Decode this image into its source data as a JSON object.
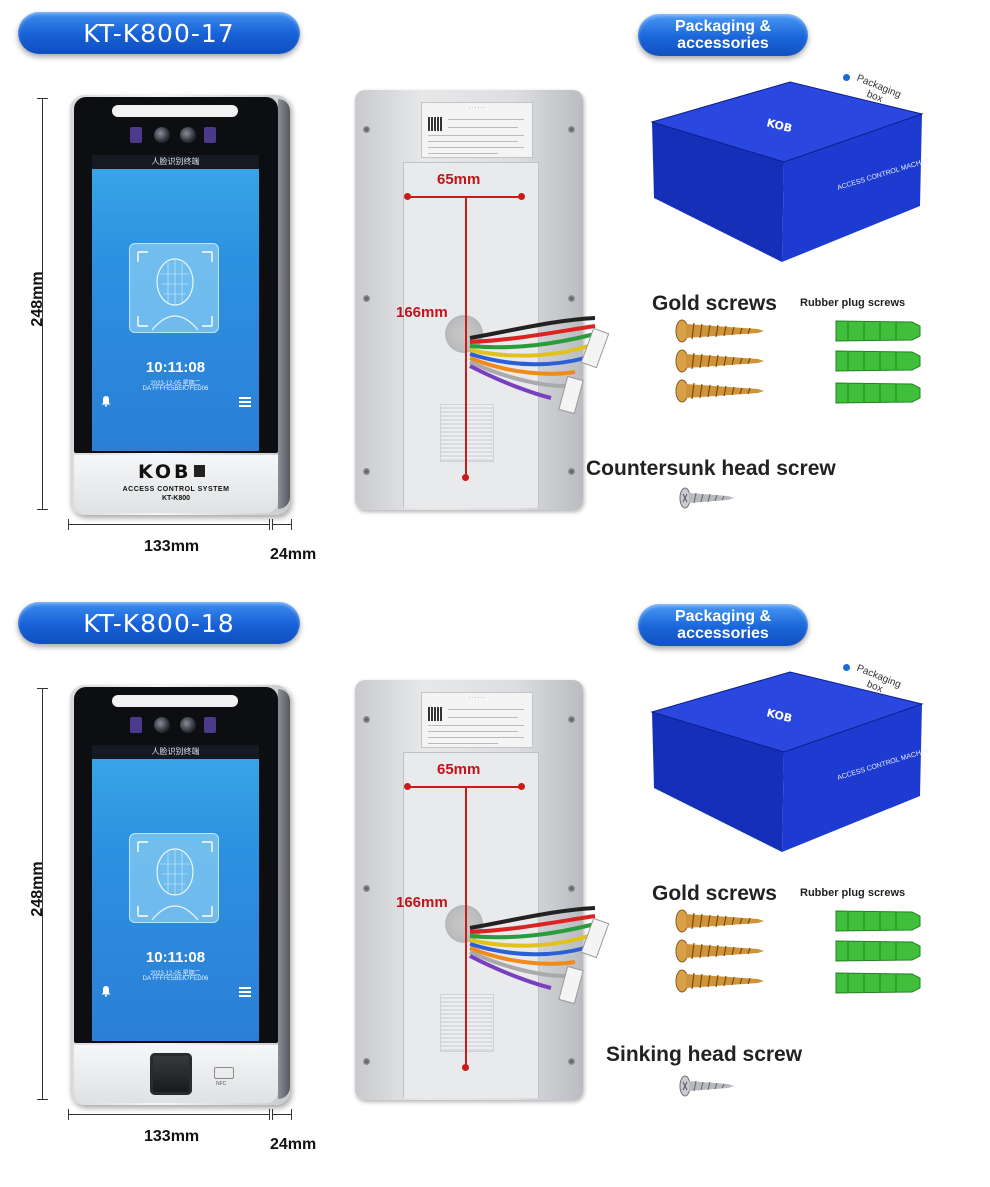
{
  "sections": [
    {
      "model": "KT-K800-17",
      "packaging_title": "Packaging & accessories",
      "packaging_box_label": "Packaging box",
      "dims": {
        "height": "248mm",
        "width": "133mm",
        "depth": "24mm"
      },
      "back": {
        "hole_spacing": "65mm",
        "vertical_spacing": "166mm"
      },
      "screen": {
        "header": "人脸识别终端",
        "time": "10:11:08",
        "date": "2023-12-05 星期二",
        "serial": "DA FFFFE5BEK7FED06"
      },
      "front_bottom": {
        "logo": "KOB",
        "subtitle": "ACCESS CONTROL SYSTEM",
        "model": "KT-K800"
      },
      "gold_screws": "Gold screws",
      "rubber_plug_screws": "Rubber plug screws",
      "extra_screw": "Countersunk head screw",
      "box_text": "ACCESS CONTROL MACHINE"
    },
    {
      "model": "KT-K800-18",
      "packaging_title": "Packaging & accessories",
      "packaging_box_label": "Packaging box",
      "dims": {
        "height": "248mm",
        "width": "133mm",
        "depth": "24mm"
      },
      "back": {
        "hole_spacing": "65mm",
        "vertical_spacing": "166mm"
      },
      "screen": {
        "header": "人脸识别终端",
        "time": "10:11:08",
        "date": "2023-12-05 星期二",
        "serial": "DA FFFFE5BEK7FED06"
      },
      "front_bottom": {
        "nfc": "NFC"
      },
      "gold_screws": "Gold screws",
      "rubber_plug_screws": "Rubber plug screws",
      "extra_screw": "Sinking head screw",
      "box_text": "ACCESS CONTROL MACHINE"
    }
  ],
  "colors": {
    "accent_blue": "#1760d6",
    "measure_red": "#cc1a1a",
    "box_blue": "#1a3fd0",
    "plug_green": "#3fbf3a",
    "gold": "#c8923a"
  }
}
